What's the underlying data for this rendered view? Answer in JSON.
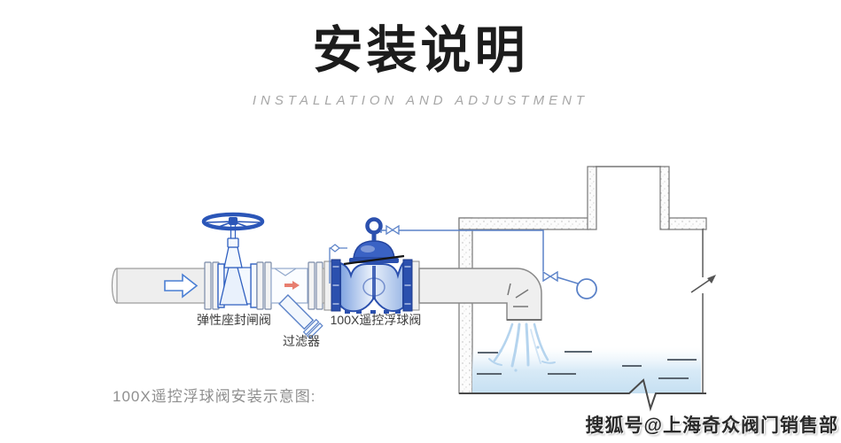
{
  "page": {
    "background": "#ffffff"
  },
  "header": {
    "title": "安装说明",
    "subtitle": "INSTALLATION AND ADJUSTMENT"
  },
  "diagram": {
    "component_labels": {
      "gate_valve": "弹性座封闸阀",
      "strainer": "过滤器",
      "float_valve": "100X遥控浮球阀"
    },
    "colors": {
      "valve_outline_blue": "#2b56b8",
      "float_valve_dark_blue": "#2b50ae",
      "pilot_line_blue": "#5b82c8",
      "pipe_fill_gray": "#efefef",
      "water_blue": "#c6e0f2",
      "red_flow_arrow": "#e4705f",
      "tank_wall_gray": "#777777"
    }
  },
  "footer": {
    "caption": "100X遥控浮球阀安装示意图:",
    "watermark": "搜狐号@上海奇众阀门销售部"
  }
}
